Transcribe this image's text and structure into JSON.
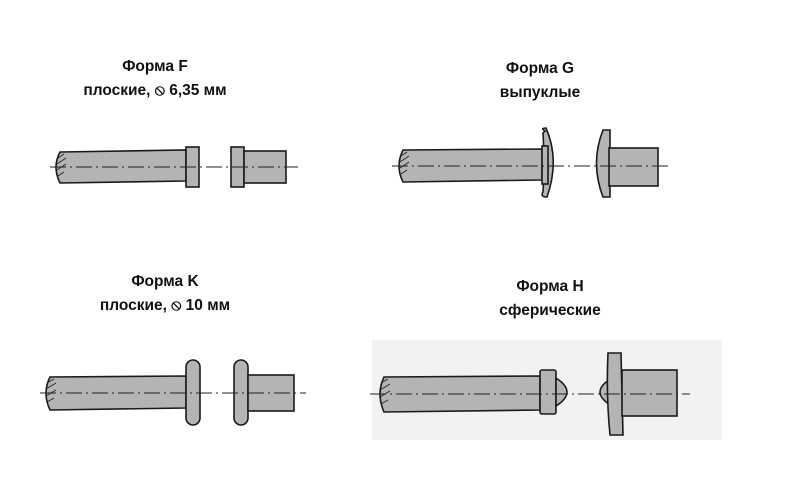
{
  "forms": {
    "f": {
      "title": "Форма  F",
      "subtitle": "плоские, ⦸ 6,35 мм"
    },
    "g": {
      "title": "Форма  G",
      "subtitle": "выпуклые"
    },
    "k": {
      "title": "Форма  K",
      "subtitle": "плоские, ⦸ 10 мм"
    },
    "h": {
      "title": "Форма  H",
      "subtitle": "сферические"
    }
  }
}
